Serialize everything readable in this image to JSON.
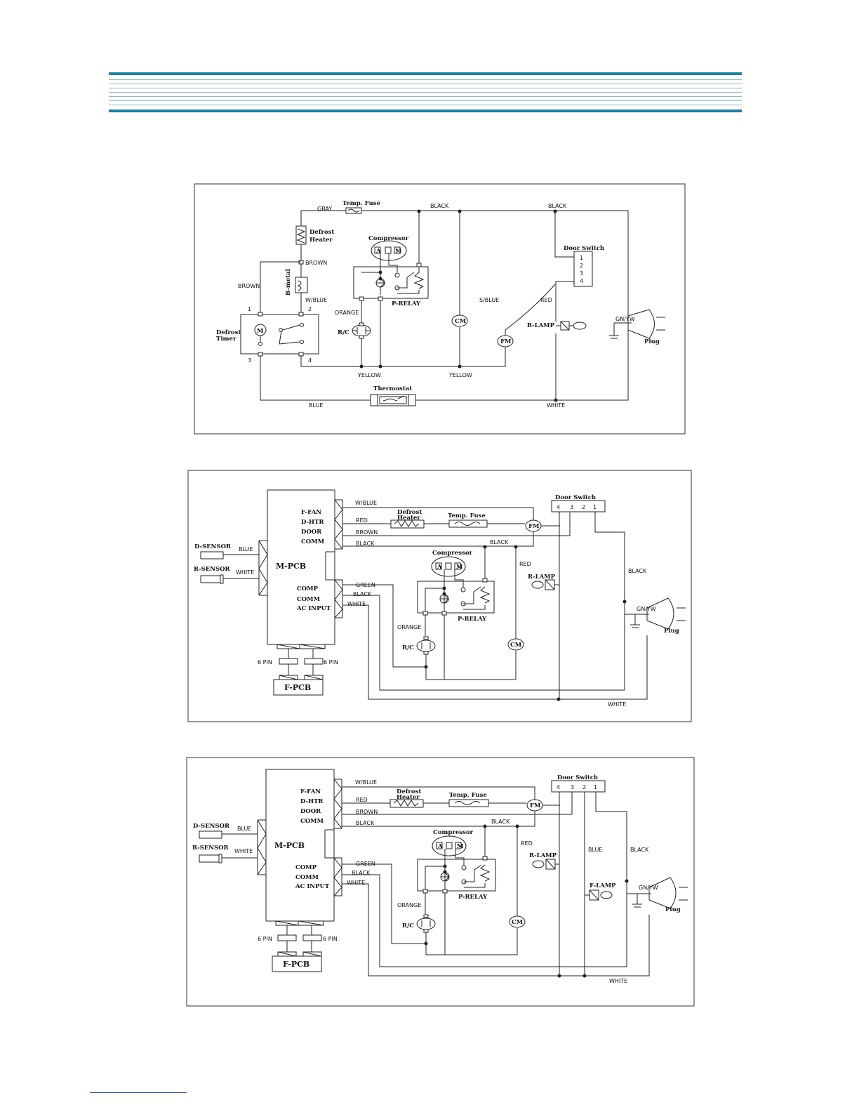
{
  "diagram1": {
    "components": {
      "temp_fuse": "Temp. Fuse",
      "defrost_heater": [
        "Defrost",
        "Heater"
      ],
      "compressor": "Compressor",
      "door_switch": "Door Switch",
      "door_switch_pins": [
        "1",
        "2",
        "3",
        "4"
      ],
      "b_metal": "B-metal",
      "defrost_timer": [
        "Defrost",
        "Timer"
      ],
      "timer_motor": "M",
      "timer_pins": [
        "1",
        "2",
        "3",
        "4"
      ],
      "p_relay": "P-RELAY",
      "rc": "R/C",
      "cm": "CM",
      "fm": "FM",
      "r_lamp": "R-LAMP",
      "plug": "Plug",
      "thermostat": "Thermostat",
      "comp_pins": [
        "A",
        "M"
      ]
    },
    "wires": {
      "gray": "GRAY",
      "black_1": "BLACK",
      "black_2": "BLACK",
      "brown_1": "BROWN",
      "brown_2": "BROWN",
      "w_blue": "W/BLUE",
      "orange": "ORANGE",
      "s_blue": "S/BLUE",
      "red": "RED",
      "gn_yw": "GN/YW",
      "yellow_1": "YELLOW",
      "yellow_2": "YELLOW",
      "blue": "BLUE",
      "white": "WHITE"
    }
  },
  "diagram2": {
    "components": {
      "door_switch": "Door Switch",
      "door_switch_pins": [
        "4",
        "3",
        "2",
        "1"
      ],
      "defrost_heater": [
        "Defrost",
        "Heater"
      ],
      "temp_fuse": "Temp. Fuse",
      "fm": "FM",
      "compressor": "Compressor",
      "comp_pins": [
        "A",
        "M"
      ],
      "m_pcb": "M-PCB",
      "f_pcb": "F-PCB",
      "pcb_labels_top": [
        "F-FAN",
        "D-HTR",
        "DOOR",
        "COMM"
      ],
      "pcb_labels_bottom": [
        "COMP",
        "COMM",
        "AC INPUT"
      ],
      "d_sensor": "D-SENSOR",
      "r_sensor": "R-SENSOR",
      "r_lamp": "R-LAMP",
      "p_relay": "P-RELAY",
      "rc": "R/C",
      "cm": "CM",
      "plug": "Plug",
      "pin_left": "6 PIN",
      "pin_right": "6 PIN"
    },
    "wires": {
      "w_blue": "W/BLUE",
      "red_1": "RED",
      "brown": "BROWN",
      "black_1": "BLACK",
      "black_2": "BLACK",
      "blue": "BLUE",
      "white_1": "WHITE",
      "red_2": "RED",
      "black_3": "BLACK",
      "gn_yw": "GN/YW",
      "green": "GREEN",
      "black_4": "BLACK",
      "white_2": "WHITE",
      "orange": "ORANGE",
      "white_3": "WHITE"
    }
  },
  "diagram3": {
    "components": {
      "door_switch": "Door Switch",
      "door_switch_pins": [
        "4",
        "3",
        "2",
        "1"
      ],
      "defrost_heater": [
        "Defrost",
        "Heater"
      ],
      "temp_fuse": "Temp. Fuse",
      "fm": "FM",
      "compressor": "Compressor",
      "comp_pins": [
        "A",
        "M"
      ],
      "m_pcb": "M-PCB",
      "f_pcb": "F-PCB",
      "pcb_labels_top": [
        "F-FAN",
        "D-HTR",
        "DOOR",
        "COMM"
      ],
      "pcb_labels_bottom": [
        "COMP",
        "COMM",
        "AC INPUT"
      ],
      "d_sensor": "D-SENSOR",
      "r_sensor": "R-SENSOR",
      "r_lamp": "R-LAMP",
      "f_lamp": "F-LAMP",
      "p_relay": "P-RELAY",
      "rc": "R/C",
      "cm": "CM",
      "plug": "Plug",
      "pin_left": "6 PIN",
      "pin_right": "6 PIN"
    },
    "wires": {
      "w_blue": "W/BLUE",
      "red_1": "RED",
      "brown": "BROWN",
      "black_1": "BLACK",
      "black_2": "BLACK",
      "blue_1": "BLUE",
      "white_1": "WHITE",
      "red_2": "RED",
      "blue_2": "BLUE",
      "black_3": "BLACK",
      "gn_yw": "GN/YW",
      "green": "GREEN",
      "black_4": "BLACK",
      "white_2": "WHITE",
      "orange": "ORANGE",
      "white_3": "WHITE"
    }
  },
  "colors": {
    "header_accent": "#1e7fa3",
    "header_stripe": "#8fb8c9",
    "footer_rule": "#1e3fb0"
  }
}
